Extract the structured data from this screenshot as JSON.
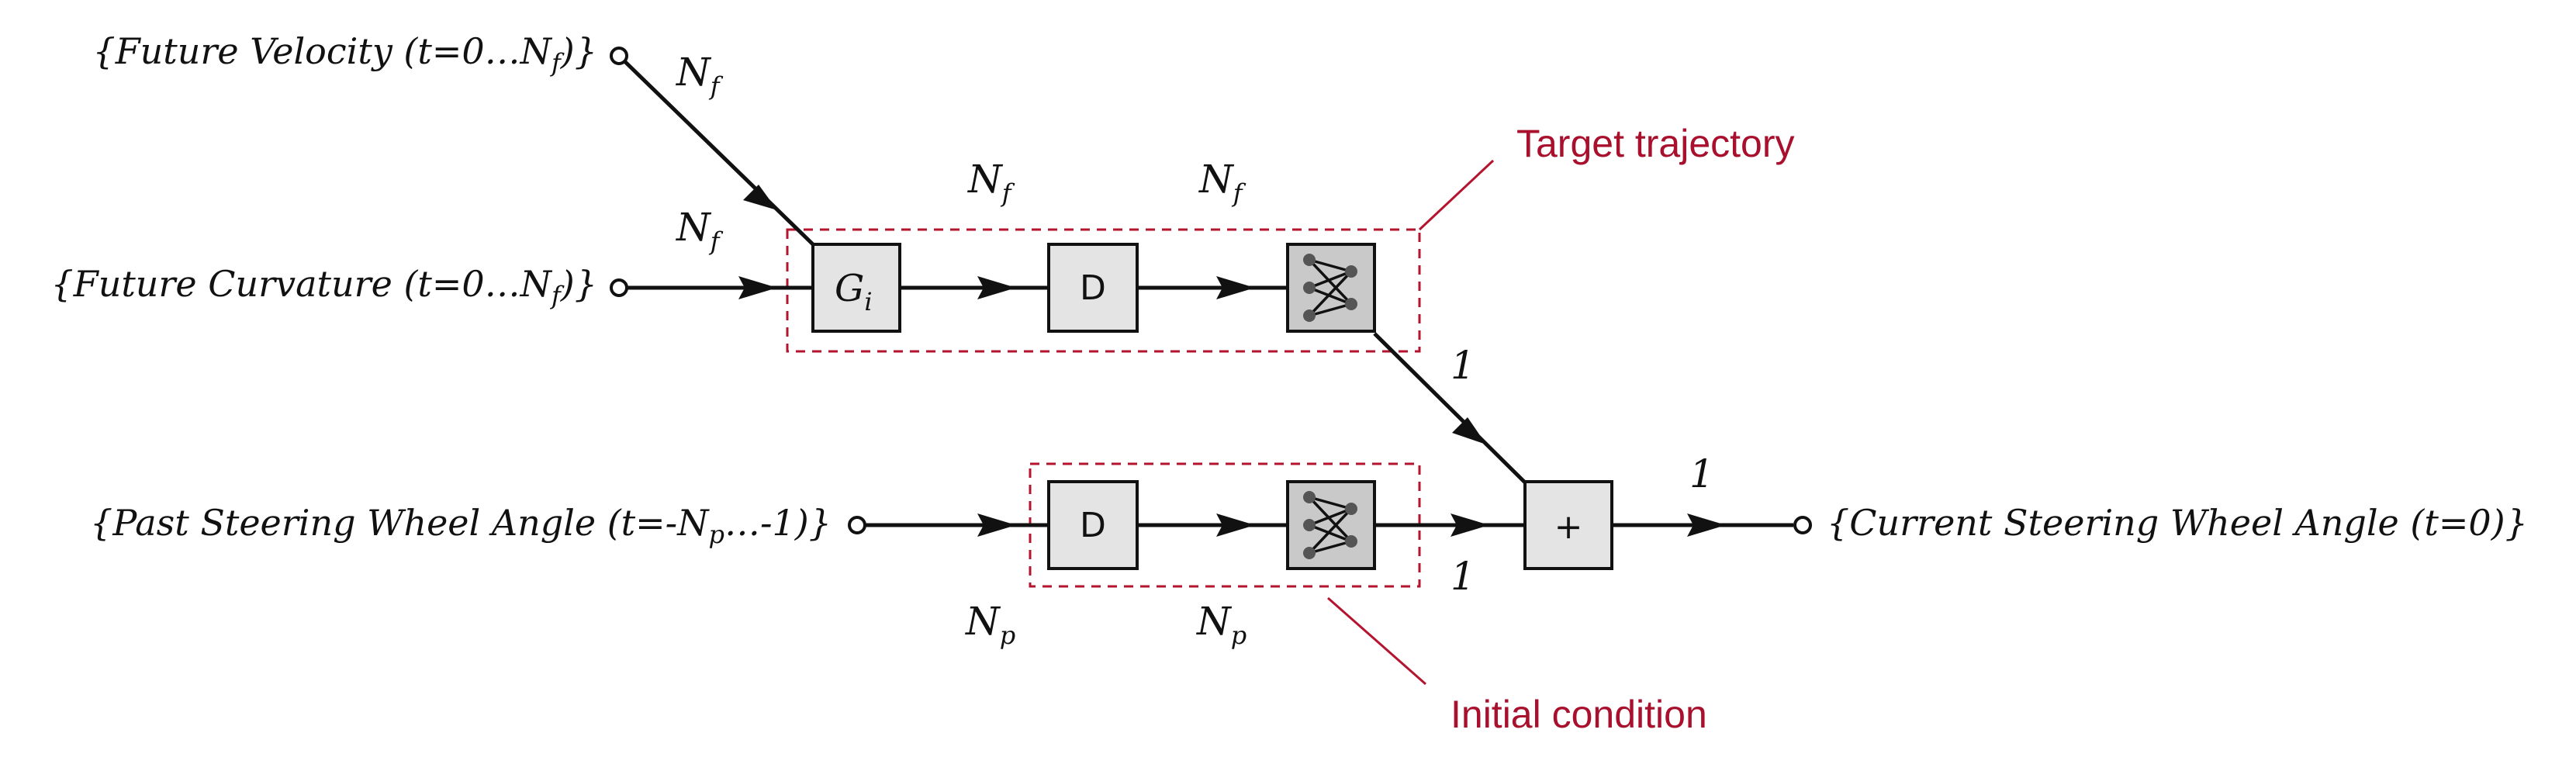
{
  "inputs": {
    "future_velocity": "{Future Velocity (t=0…N",
    "future_velocity_sub": "f",
    "future_velocity_end": ")}",
    "future_curvature": "{Future Curvature (t=0…N",
    "future_curvature_sub": "f",
    "future_curvature_end": ")}",
    "past_angle": "{Past Steering Wheel Angle (t=-N",
    "past_angle_sub": "p",
    "past_angle_end": "…-1)}"
  },
  "output": {
    "current_angle": "{Current Steering Wheel Angle (t=0)}"
  },
  "blocks": {
    "g_label": "G",
    "g_sub": "i",
    "d_label": "D",
    "sum_label": "+"
  },
  "dimensions": {
    "nf_base": "N",
    "nf_sub": "f",
    "np_base": "N",
    "np_sub": "p",
    "one": "1"
  },
  "annotations": {
    "target_trajectory": "Target trajectory",
    "initial_condition": "Initial condition"
  },
  "colors": {
    "annotation": "#a8102d",
    "block_fill": "#e4e4e4",
    "nn_fill": "#c9c9c9"
  }
}
